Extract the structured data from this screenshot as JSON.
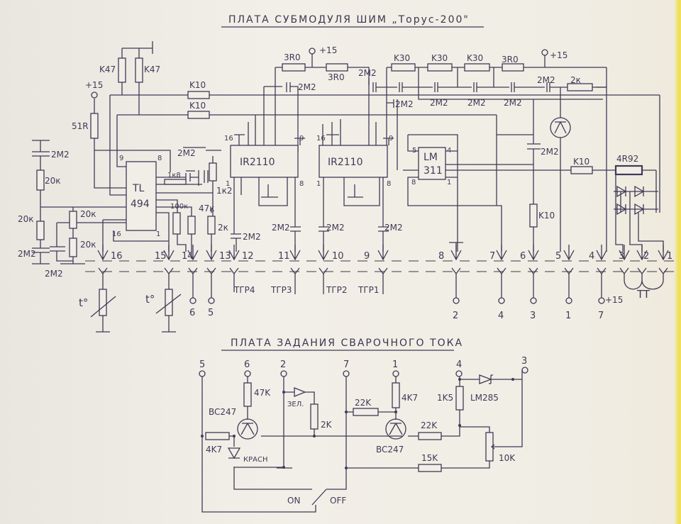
{
  "top_board": {
    "title": "ПЛАТА СУБМОДУЛЯ ШИМ „Торус-200\"",
    "labels": [
      "K47",
      "K47",
      "+15",
      "51R",
      "K10",
      "K10",
      "3R0",
      "+15",
      "3R0",
      "2M2",
      "2M2",
      "K30",
      "K30",
      "K30",
      "3R0",
      "+15",
      "2M2",
      "2M2",
      "2M2",
      "2M2",
      "2M2",
      "2к",
      "2M2",
      "20к",
      "20к",
      "2M2",
      "20к",
      "20к",
      "2M2",
      "2M2",
      "1к8",
      "1к2",
      "100к",
      "47к",
      "2к",
      "2M2",
      "2M2",
      "2M2",
      "2M2",
      "K10",
      "K10",
      "4R92",
      "2M2",
      "ТГР4",
      "ТГР3",
      "ТГР2",
      "ТГР1",
      "t°",
      "t°",
      "+15",
      "TT"
    ],
    "chips": {
      "tl_a": "TL",
      "tl_b": "494",
      "ir1": "IR2110",
      "ir2": "IR2110",
      "lm_a": "LM",
      "lm_b": "311"
    },
    "chip_pins": [
      "9",
      "8",
      "16",
      "1",
      "16",
      "9",
      "1",
      "8",
      "16",
      "9",
      "1",
      "8",
      "5",
      "4",
      "8",
      "1"
    ],
    "connector_pins": [
      "16",
      "15",
      "14",
      "13",
      "12",
      "11",
      "10",
      "9",
      "8",
      "7",
      "6",
      "5",
      "4",
      "3",
      "2",
      "1"
    ],
    "output_terminals": [
      "6",
      "5",
      "2",
      "4",
      "3",
      "1",
      "7"
    ]
  },
  "bottom_board": {
    "title": "ПЛАТА ЗАДАНИЯ СВАРОЧНОГО ТОКА",
    "terminals": [
      "5",
      "6",
      "2",
      "7",
      "1",
      "4",
      "3"
    ],
    "labels": [
      "47K",
      "BC247",
      "ЗЕЛ.",
      "2K",
      "22K",
      "4K7",
      "1K5",
      "LM285",
      "22K",
      "BC247",
      "4K7",
      "КРАСН",
      "15K",
      "10K",
      "ON",
      "OFF"
    ]
  }
}
